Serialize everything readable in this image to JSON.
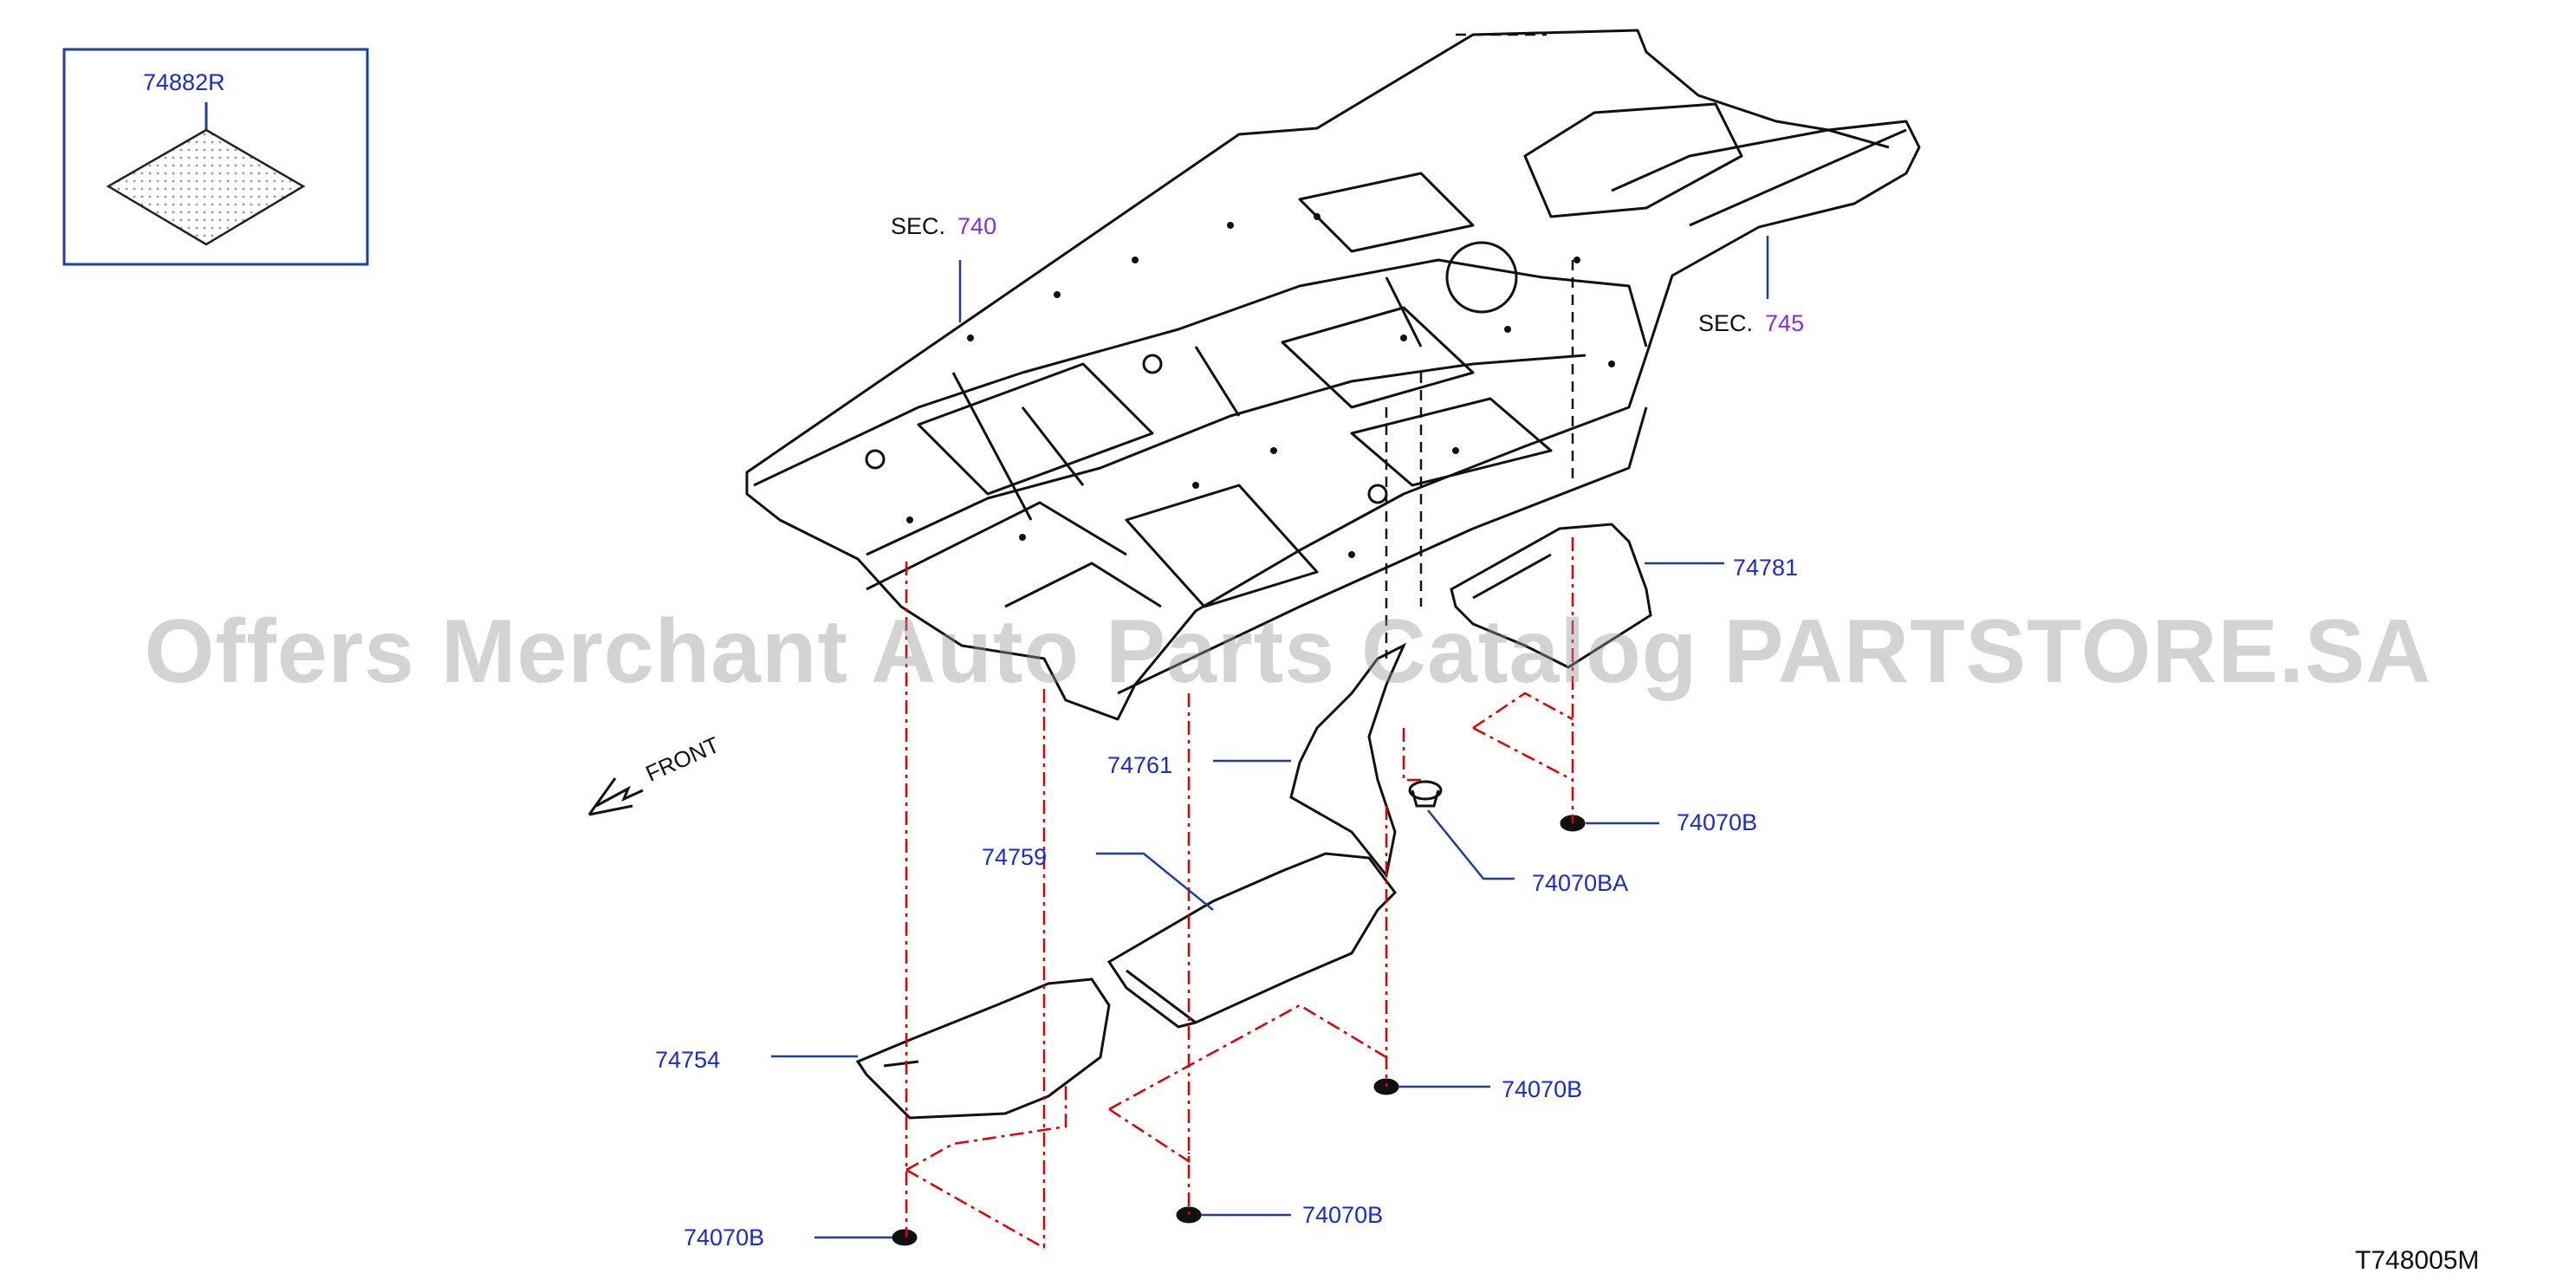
{
  "inset": {
    "part_label": "74882R"
  },
  "sections": [
    {
      "prefix": "SEC.",
      "number": "740"
    },
    {
      "prefix": "SEC.",
      "number": "745"
    }
  ],
  "parts": {
    "p74781": "74781",
    "p74761": "74761",
    "p74759": "74759",
    "p74754": "74754",
    "clip_upper_right": "74070B",
    "clip_ba": "74070BA",
    "clip_mid_right": "74070B",
    "clip_bottom_mid": "74070B",
    "clip_bottom_left": "74070B"
  },
  "front_label": "FRONT",
  "diagram_code": "T748005M",
  "watermark": "Offers Merchant Auto Parts Catalog PARTSTORE.SA",
  "colors": {
    "label": "#1a2bd0",
    "section_number": "#8a2be2",
    "dash_line": "#e00000",
    "box_border": "#1e3fa0"
  }
}
